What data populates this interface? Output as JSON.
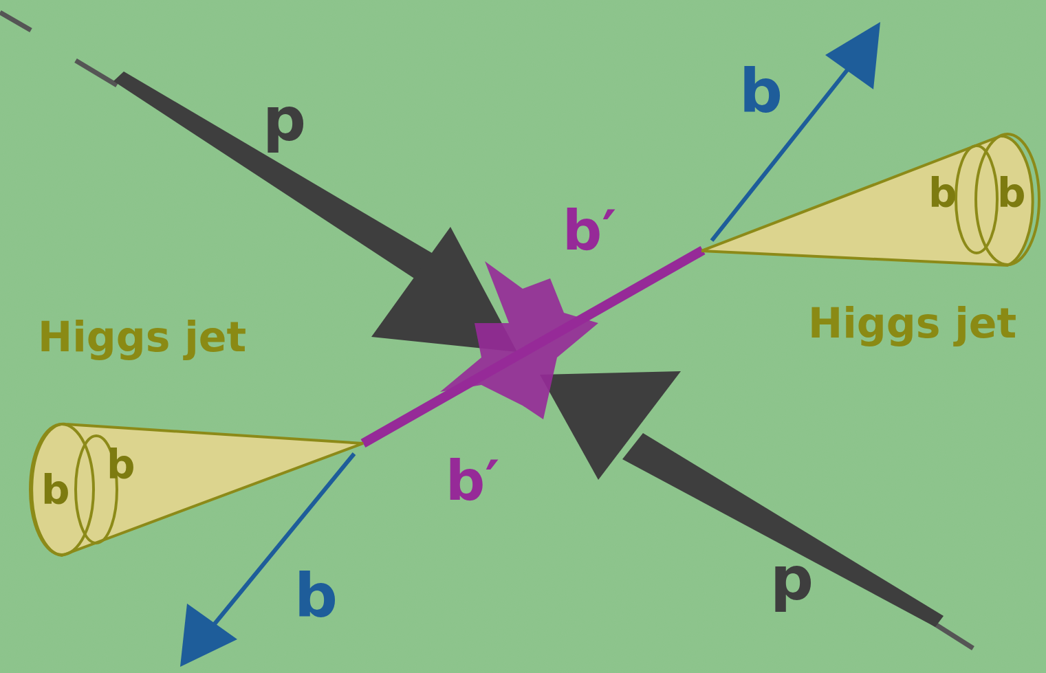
{
  "diagram": {
    "nodes": [
      {
        "text": [
          "b",
          "b"
        ]
      },
      {
        "text": [
          "b",
          "b"
        ]
      }
    ],
    "labels": [
      "p",
      "b",
      "b′",
      "Higgs jet",
      "Higgs jet",
      "b′",
      "b",
      "p"
    ]
  }
}
